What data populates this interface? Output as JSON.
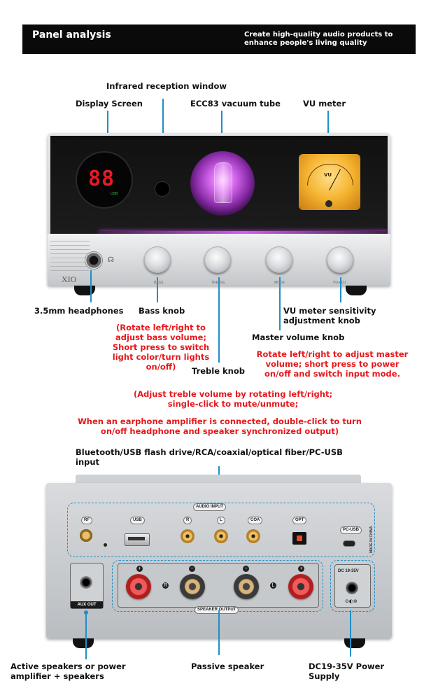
{
  "header": {
    "title": "Panel analysis",
    "tagline": "Create high-quality audio products to enhance people's living quality"
  },
  "front": {
    "labels": {
      "infrared": "Infrared reception window",
      "display": "Display Screen",
      "tube": "ECC83 vacuum tube",
      "vu": "VU meter",
      "headphones": "3.5mm headphones",
      "bass": "Bass knob",
      "vu_sens": "VU meter sensitivity adjustment knob",
      "master": "Master volume knob",
      "treble": "Treble knob"
    },
    "notes": {
      "bass": "(Rotate left/right to adjust bass volume; Short press to switch light color/turn lights on/off)",
      "master": "Rotate left/right to adjust master volume; short press to power on/off and switch input mode.",
      "treble": "(Adjust treble volume by rotating left/right; single-click to mute/unmute;",
      "earphone": "When an earphone amplifier is connected, double-click to turn on/off headphone and speaker synchronized output)"
    },
    "device": {
      "display_digits": "88",
      "display_sub": "USB",
      "vu_text": "VU",
      "brand": "XIO",
      "knob_labels": [
        "BASS",
        "TREBLE",
        "MODE",
        "VU-ADJ"
      ]
    }
  },
  "rear": {
    "labels": {
      "inputs": "Bluetooth/USB flash drive/RCA/coaxial/optical fiber/PC-USB input",
      "active": "Active speakers or power amplifier + speakers",
      "passive": "Passive speaker",
      "power": "DC19-35V Power Supply"
    },
    "device": {
      "audio_input": "AUDIO INPUT",
      "ports": [
        "RF",
        "USB",
        "R",
        "L",
        "COA",
        "OPT",
        "PC-USB"
      ],
      "made_in": "MADE IN CHINA",
      "aux_out": "AUX OUT",
      "speaker_output": "SPEAKER OUTPUT",
      "dc": "DC 19-35V",
      "polarity": [
        "+",
        "−",
        "−",
        "+"
      ],
      "channel": [
        "R",
        "L"
      ]
    }
  },
  "colors": {
    "accent": "#1f8fc7",
    "note": "#e8171b",
    "header_bg": "#0a0a0a",
    "glow": "#c040e0",
    "vu_amber": "#f2a623"
  }
}
